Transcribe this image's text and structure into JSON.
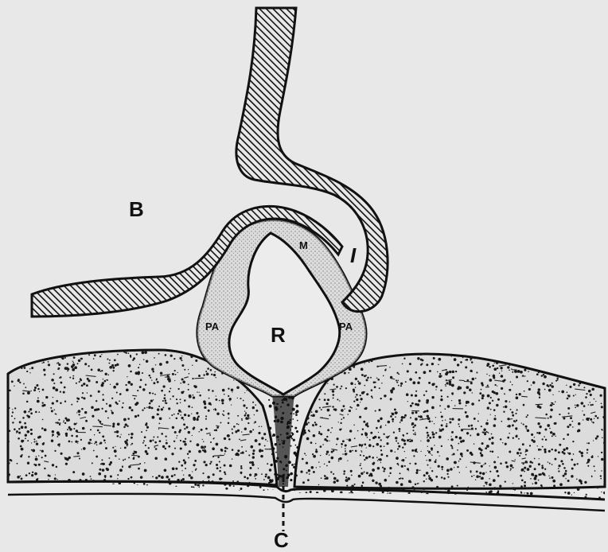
{
  "figure": {
    "labels": {
      "B": "B",
      "I": "I",
      "R": "R",
      "C": "C",
      "PA_left": "PA",
      "PA_right": "PA",
      "M": "M"
    }
  },
  "colors": {
    "background": "#e8e8e8",
    "ink": "#111111",
    "stipple_fill": "#d9d9d9"
  }
}
